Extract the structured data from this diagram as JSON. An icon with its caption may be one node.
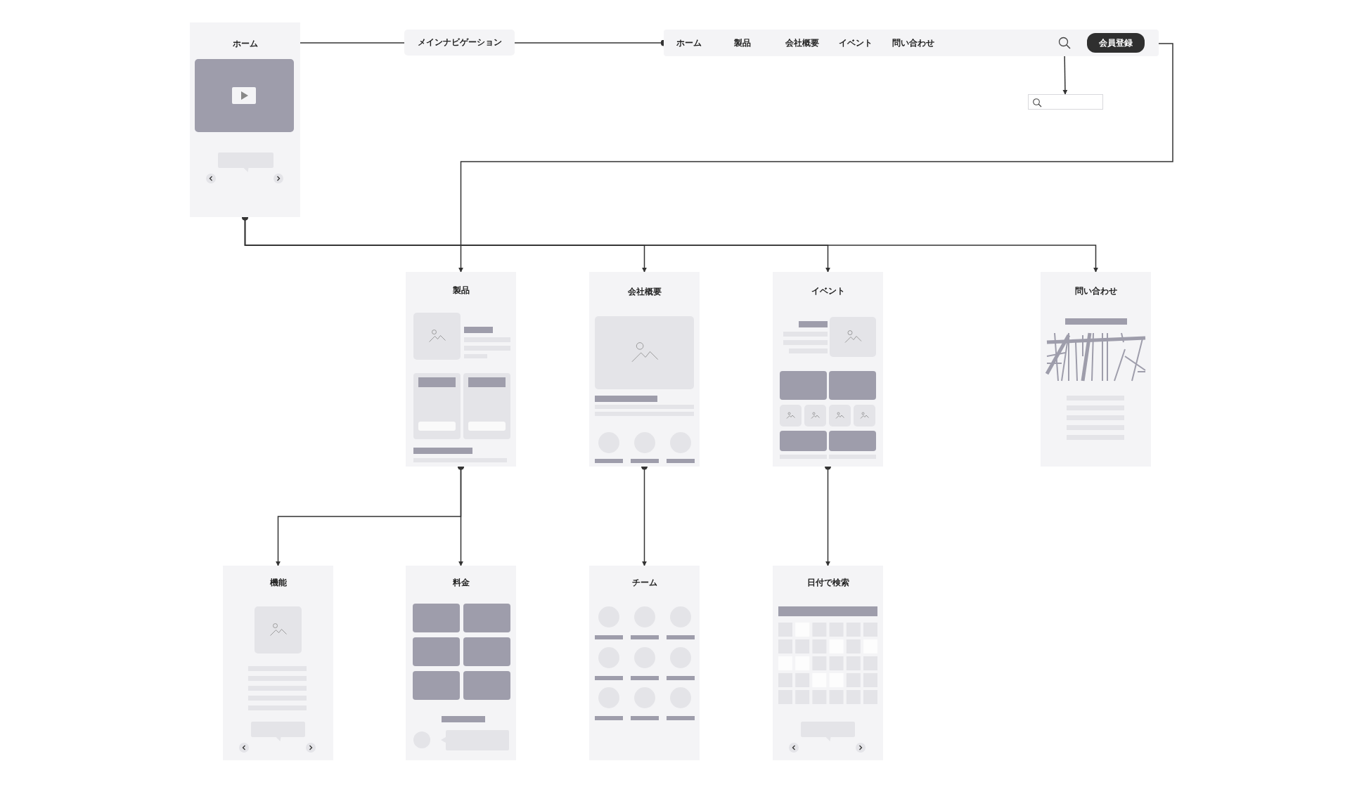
{
  "diagram": {
    "nodes": [
      {
        "text": [
          "ホーム"
        ]
      },
      {
        "text": [
          "メインナビゲーション"
        ]
      },
      {
        "text": [
          "ホーム",
          "製品",
          "会社概要",
          "イベント",
          "問い合わせ"
        ]
      },
      {
        "text": [],
        "shape": "circle",
        "in": 2
      },
      {
        "text": [
          "会員登録"
        ],
        "in": 2
      },
      {
        "text": [],
        "shape": "box"
      },
      {
        "text": [
          "製品"
        ]
      },
      {
        "text": [
          "会社概要"
        ]
      },
      {
        "text": [
          "イベント"
        ]
      },
      {
        "text": [
          "問い合わせ"
        ]
      },
      {
        "text": [
          "機能"
        ]
      },
      {
        "text": [
          "料金"
        ]
      },
      {
        "text": [
          "チーム"
        ]
      },
      {
        "text": [
          "日付で検索"
        ]
      }
    ],
    "edges": [
      {
        "from": 0,
        "to": 1,
        "arrow": "none"
      },
      {
        "from": 1,
        "to": 2,
        "arrow": "other"
      },
      {
        "from": 3,
        "to": 5,
        "arrow": "to"
      },
      {
        "from": 2,
        "to": 6,
        "arrow": "to"
      },
      {
        "from": 0,
        "to": 7,
        "arrow": "to"
      },
      {
        "from": 0,
        "to": 8,
        "arrow": "to"
      },
      {
        "from": 0,
        "to": 9,
        "arrow": "to"
      },
      {
        "from": 6,
        "to": 10,
        "arrow": "to"
      },
      {
        "from": 6,
        "to": 11,
        "arrow": "to"
      },
      {
        "from": 7,
        "to": 12,
        "arrow": "to"
      },
      {
        "from": 8,
        "to": 13,
        "arrow": "to"
      }
    ]
  }
}
